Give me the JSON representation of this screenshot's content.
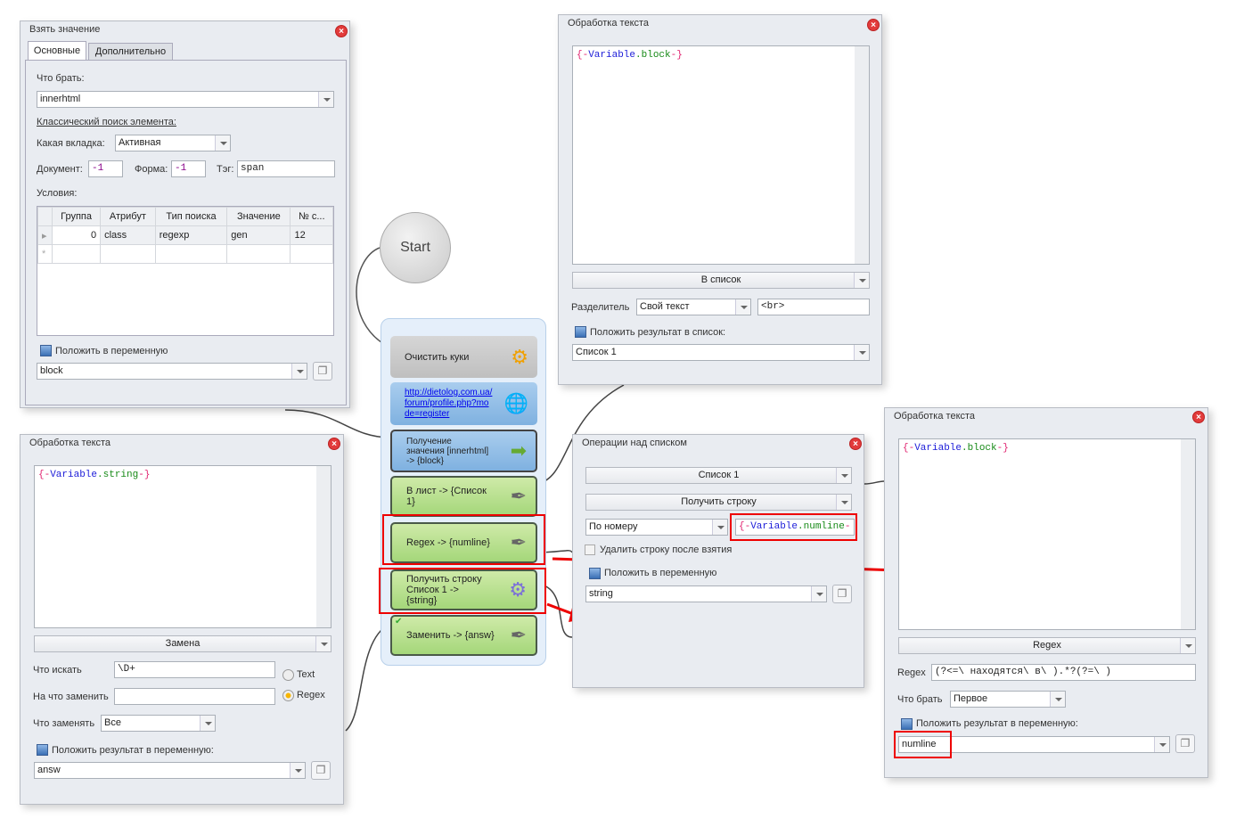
{
  "get_value": {
    "title": "Взять значение",
    "tabs": [
      "Основные",
      "Дополнительно"
    ],
    "what_label": "Что брать:",
    "what_value": "innerhtml",
    "classic_link": "Классический поиск элемента:",
    "tab_label": "Какая вкладка:",
    "tab_value": "Активная",
    "doc_label": "Документ:",
    "doc_value": "-1",
    "form_label": "Форма:",
    "form_value": "-1",
    "tag_label": "Тэг:",
    "tag_value": "span",
    "conditions_label": "Условия:",
    "columns": [
      "Группа",
      "Атрибут",
      "Тип поиска",
      "Значение",
      "№ с..."
    ],
    "row": [
      "0",
      "class",
      "regexp",
      "gen",
      "12"
    ],
    "save_label": "Положить в переменную",
    "save_value": "block"
  },
  "text_left": {
    "title": "Обработка текста",
    "code": [
      "{-",
      "Variable",
      ".string",
      "-}"
    ],
    "mode": "Замена",
    "find_label": "Что искать",
    "find_value": "\\D+",
    "replace_label": "На что заменить",
    "replace_value": "",
    "radio_text": "Text",
    "radio_regex": "Regex",
    "what_label": "Что заменять",
    "what_value": "Все",
    "save_label": "Положить результат в переменную:",
    "save_value": "answ"
  },
  "text_top": {
    "title": "Обработка текста",
    "code": [
      "{-",
      "Variable",
      ".block",
      "-}"
    ],
    "mode": "В список",
    "sep_label": "Разделитель",
    "sep_type": "Свой текст",
    "sep_value": "<br>",
    "save_label": "Положить результат в список:",
    "save_value": "Список 1"
  },
  "list_ops": {
    "title": "Операции над списком",
    "list": "Список 1",
    "op": "Получить строку",
    "by": "По номеру",
    "num_code": [
      "{-",
      "Variable",
      ".numline",
      "-"
    ],
    "delete_label": "Удалить строку после взятия",
    "save_label": "Положить в переменную",
    "save_value": "string"
  },
  "text_right": {
    "title": "Обработка текста",
    "code": [
      "{-",
      "Variable",
      ".block",
      "-}"
    ],
    "mode": "Regex",
    "regex_label": "Regex",
    "regex_value": "(?<=\\ находятся\\ в\\ ).*?(?=\\ )",
    "what_label": "Что брать",
    "what_value": "Первое",
    "save_label": "Положить результат в переменную:",
    "save_value": "numline"
  },
  "start": "Start",
  "nodes": [
    {
      "label": "Очистить куки",
      "icon": "gears"
    },
    {
      "label": "http://dietolog.com.ua/forum/profile.php?mode=register",
      "icon": "www"
    },
    {
      "label": "Получение значения [innerhtml] -> {block}",
      "icon": "arrow"
    },
    {
      "label": "В лист -> {Список 1}",
      "icon": "pen"
    },
    {
      "label": "Regex -> {numline}",
      "icon": "pen"
    },
    {
      "label": "Получить строку Список 1 -> {string}",
      "icon": "gear"
    },
    {
      "label": "Заменить -> {answ}",
      "icon": "pen"
    }
  ]
}
